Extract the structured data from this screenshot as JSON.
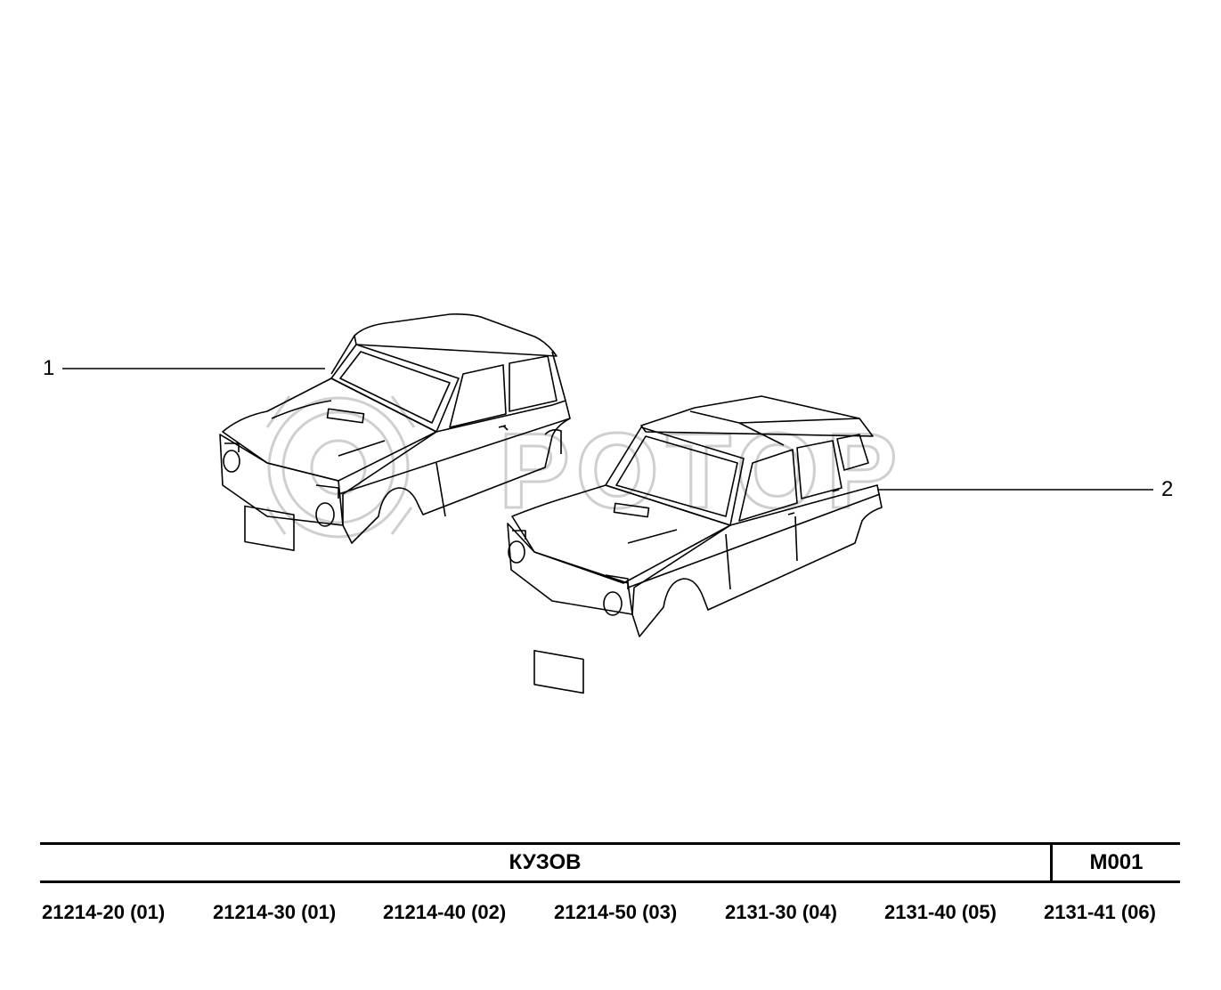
{
  "watermark": {
    "text": "РОТОР",
    "color": "#d0d0d0"
  },
  "callouts": [
    {
      "number": "1"
    },
    {
      "number": "2"
    }
  ],
  "title_block": {
    "title": "КУЗОВ",
    "code": "M001"
  },
  "models": [
    "21214-20 (01)",
    "21214-30 (01)",
    "21214-40 (02)",
    "21214-50 (03)",
    "2131-30 (04)",
    "2131-40 (05)",
    "2131-41 (06)"
  ],
  "colors": {
    "line": "#000000",
    "background": "#ffffff"
  }
}
